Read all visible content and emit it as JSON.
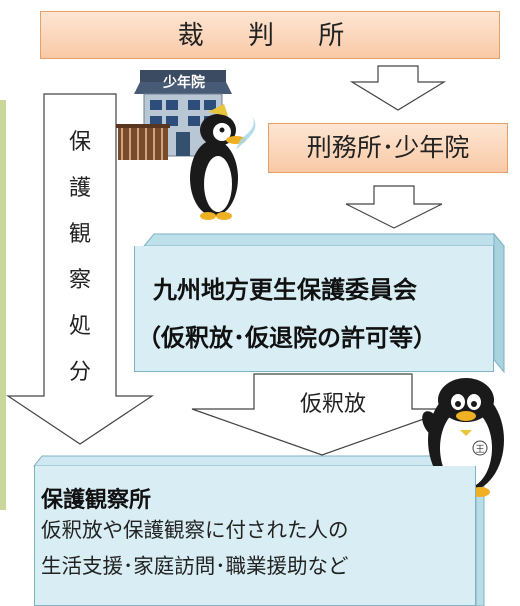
{
  "court": "裁 判 所",
  "prison": "刑務所･少年院",
  "board": {
    "line1": "九州地方更生保護委員会",
    "line2": "（仮釈放･仮退院の許可等）"
  },
  "probation_disposition": [
    "保",
    "護",
    "観",
    "察",
    "処",
    "分"
  ],
  "parole": "仮釈放",
  "office": {
    "title": "保護観察所",
    "desc1": "仮釈放や保護観察に付された人の",
    "desc2": "生活支援･家庭訪問･職業援助など"
  },
  "building_sign": "少年院",
  "colors": {
    "court_fill": "#f9c9a6",
    "board_fill": "#d8eef4",
    "left_bar": "#c9d79b"
  }
}
